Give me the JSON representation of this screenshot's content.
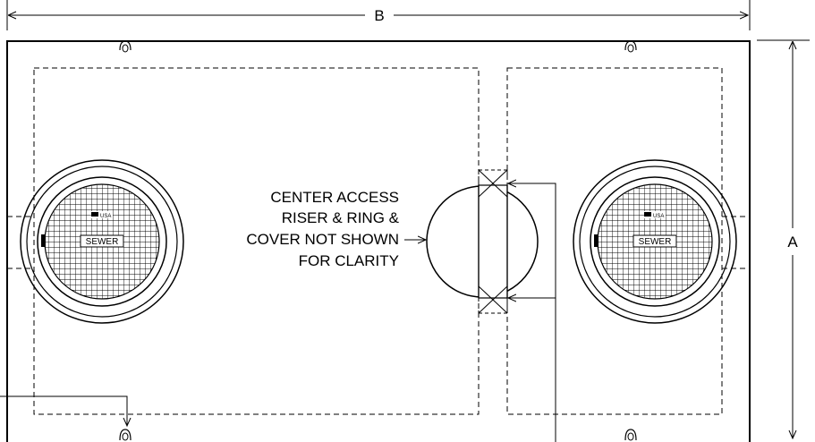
{
  "dimensions": {
    "width_label": "B",
    "height_label": "A"
  },
  "callout": {
    "lines": [
      "CENTER ACCESS",
      "RISER & RING &",
      "COVER NOT SHOWN",
      "FOR CLARITY"
    ]
  },
  "covers": {
    "label": "SEWER",
    "brand": "USA"
  },
  "colors": {
    "line": "#000000",
    "background": "#ffffff"
  }
}
